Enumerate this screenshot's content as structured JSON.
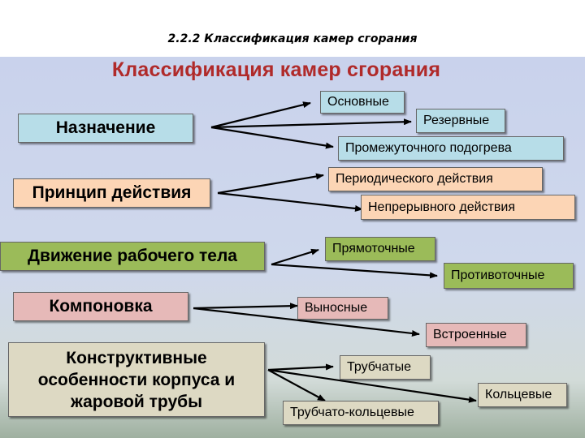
{
  "page_title": "2.2.2  Классификация камер сгорания",
  "slide_title": "Классификация камер сгорания",
  "groups": [
    {
      "category": "Назначение",
      "items": [
        "Основные",
        "Резервные",
        "Промежуточного подогрева"
      ]
    },
    {
      "category": "Принцип действия",
      "items": [
        "Периодического действия",
        "Непрерывного действия"
      ]
    },
    {
      "category": "Движение  рабочего тела",
      "items": [
        "Прямоточные",
        "Противоточные"
      ]
    },
    {
      "category": "Компоновка",
      "items": [
        "Выносные",
        "Встроенные"
      ]
    },
    {
      "category_lines": [
        "Конструктивные",
        "особенности корпуса и",
        "жаровой трубы"
      ],
      "items": [
        "Трубчатые",
        "Кольцевые",
        "Трубчато-кольцевые"
      ]
    }
  ],
  "colors": {
    "title_red": "#b02a2a",
    "blue": "#b7dde8",
    "peach": "#fcd5b5",
    "green": "#9bbb59",
    "pink": "#e6b9b8",
    "beige": "#ddd9c3"
  }
}
